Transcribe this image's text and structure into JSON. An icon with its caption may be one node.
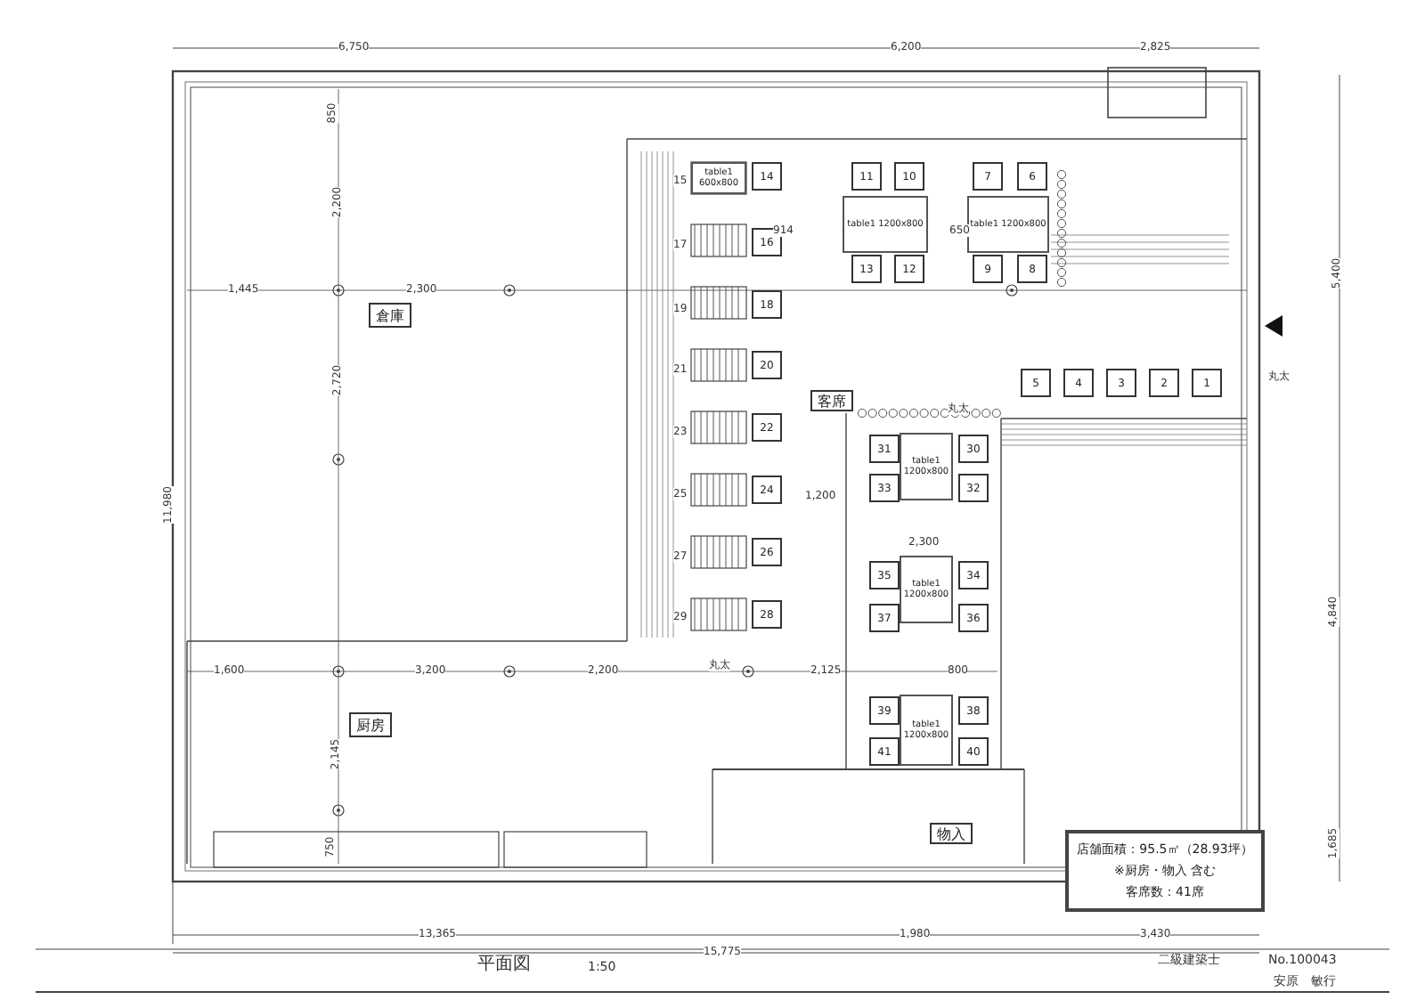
{
  "diagram": {
    "title": "平面図",
    "nodes": [
      {
        "text": [
          "倉庫"
        ]
      },
      {
        "text": [
          "厨房"
        ]
      },
      {
        "text": [
          "客席"
        ]
      },
      {
        "text": [
          "物入"
        ]
      },
      {
        "text": [
          "店舗面積：95.5㎡（28.93坪）",
          "※厨房・物入 含む",
          "客席数：41席"
        ]
      },
      {
        "text": [
          "table1 600x800"
        ]
      },
      {
        "text": [
          "table1 1200x800"
        ]
      },
      {
        "text": [
          "table1 1200x800"
        ]
      },
      {
        "text": [
          "table1 1200x800"
        ]
      },
      {
        "text": [
          "table1 1200x800"
        ]
      },
      {
        "text": [
          "table1 1200x800"
        ]
      },
      {
        "text": [
          "1"
        ]
      },
      {
        "text": [
          "2"
        ]
      },
      {
        "text": [
          "3"
        ]
      },
      {
        "text": [
          "4"
        ]
      },
      {
        "text": [
          "5"
        ]
      },
      {
        "text": [
          "6"
        ]
      },
      {
        "text": [
          "7"
        ]
      },
      {
        "text": [
          "8"
        ]
      },
      {
        "text": [
          "9"
        ]
      },
      {
        "text": [
          "10"
        ]
      },
      {
        "text": [
          "11"
        ]
      },
      {
        "text": [
          "12"
        ]
      },
      {
        "text": [
          "13"
        ]
      },
      {
        "text": [
          "14"
        ]
      },
      {
        "text": [
          "16"
        ]
      },
      {
        "text": [
          "18"
        ]
      },
      {
        "text": [
          "20"
        ]
      },
      {
        "text": [
          "22"
        ]
      },
      {
        "text": [
          "24"
        ]
      },
      {
        "text": [
          "26"
        ]
      },
      {
        "text": [
          "28"
        ]
      },
      {
        "text": [
          "30"
        ]
      },
      {
        "text": [
          "31"
        ]
      },
      {
        "text": [
          "32"
        ]
      },
      {
        "text": [
          "33"
        ]
      },
      {
        "text": [
          "34"
        ]
      },
      {
        "text": [
          "35"
        ]
      },
      {
        "text": [
          "36"
        ]
      },
      {
        "text": [
          "37"
        ]
      },
      {
        "text": [
          "38"
        ]
      },
      {
        "text": [
          "39"
        ]
      },
      {
        "text": [
          "40"
        ]
      },
      {
        "text": [
          "41"
        ]
      }
    ],
    "labels": [
      "6,750",
      "6,200",
      "2,825",
      "5,400",
      "11,980",
      "4,840",
      "1,685",
      "1,445",
      "2,300",
      "850",
      "2,200",
      "2,720",
      "914",
      "650",
      "1,200",
      "2,300",
      "1,600",
      "3,200",
      "2,200",
      "2,125",
      "800",
      "2,145",
      "750",
      "13,365",
      "1,980",
      "3,430",
      "15,775",
      "丸太",
      "丸太",
      "丸太",
      "15",
      "17",
      "19",
      "21",
      "23",
      "25",
      "27",
      "29",
      "1:50",
      "二級建築士",
      "No.100043",
      "安原　敏行"
    ]
  }
}
